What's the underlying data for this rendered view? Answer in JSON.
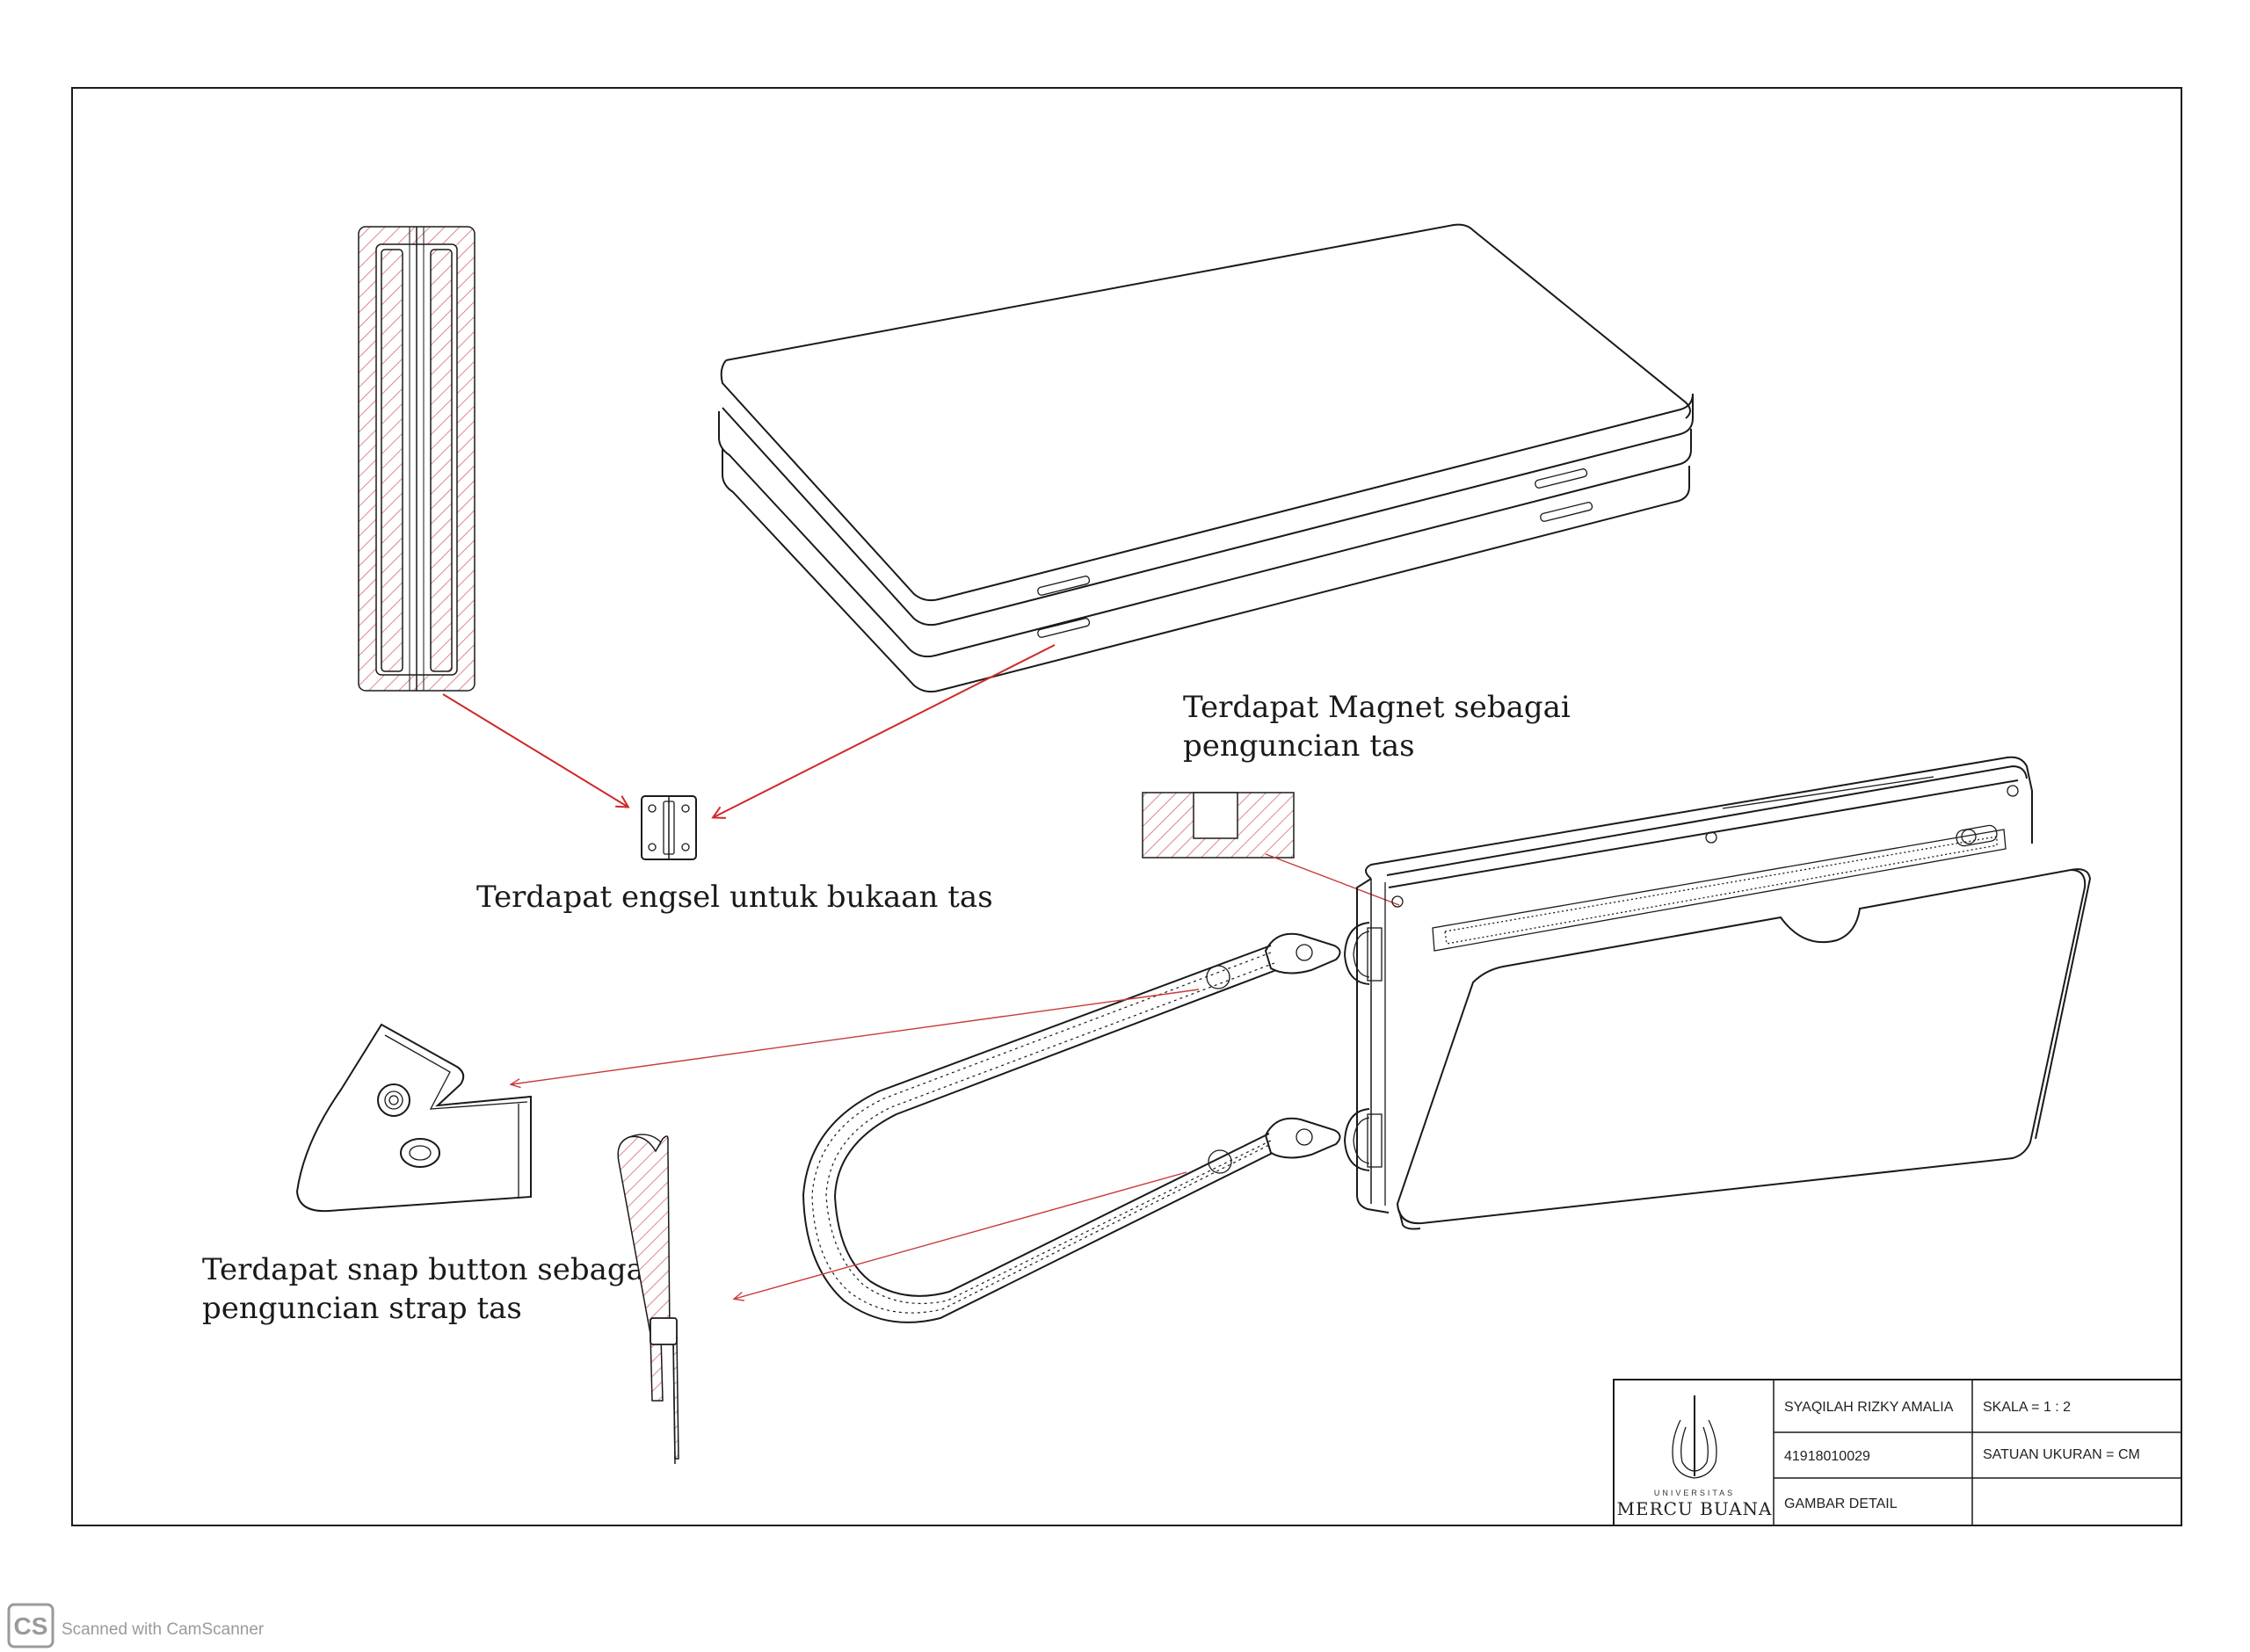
{
  "annotations": {
    "hinge": "Terdapat engsel untuk bukaan tas",
    "magnet_line1": "Terdapat Magnet sebagai",
    "magnet_line2": "penguncian tas",
    "snap_line1": "Terdapat snap button sebagai",
    "snap_line2": "penguncian strap tas"
  },
  "title_block": {
    "logo_line1": "UNIVERSITAS",
    "logo_line2": "MERCU BUANA",
    "name": "SYAQILAH RIZKY AMALIA",
    "student_id": "41918010029",
    "drawing_type": "GAMBAR DETAIL",
    "scale": "SKALA = 1 :  2",
    "unit": "SATUAN UKURAN = CM"
  },
  "scanner": {
    "badge": "CS",
    "text": "Scanned with CamScanner"
  },
  "colors": {
    "line": "#1a1a1a",
    "callout": "#d02828",
    "hatch": "#d46a6a",
    "badge": "#9a9a9a"
  },
  "icons": [
    "hinge-icon",
    "magnet-section-icon",
    "snap-button-icon",
    "strap-section-icon",
    "university-logo-icon",
    "camscanner-icon"
  ]
}
